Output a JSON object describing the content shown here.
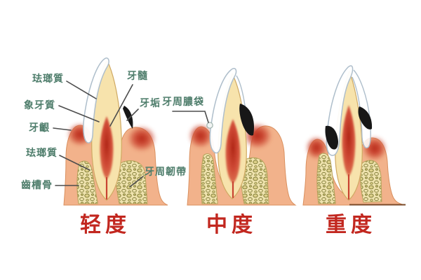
{
  "diagram": {
    "annotations": {
      "enamel_top": "珐瑯質",
      "pulp": "牙髓",
      "dentin": "象牙質",
      "tartar": "牙垢",
      "gum": "牙齦",
      "enamel_root": "珐瑯質",
      "pocket": "牙周膿袋",
      "ligament": "牙周韌帶",
      "alveolar_bone": "齒槽骨"
    },
    "stages": [
      {
        "label": "轻度"
      },
      {
        "label": "中度"
      },
      {
        "label": "重度"
      }
    ],
    "colors": {
      "annotation_text": "#4e7d6b",
      "stage_text": "#c2271f",
      "dentin": "#f7e3ac",
      "enamel": "#ffffff",
      "enamel_outline": "#aebecb",
      "pulp_red": "#c23a2a",
      "gum_salmon": "#f2b28b",
      "gum_inflamed": "#b7291a",
      "bone_fill": "#efe3ae",
      "bone_speckle": "#84803c",
      "tartar_black": "#171717",
      "leader_line": "#4d4d4d"
    }
  }
}
